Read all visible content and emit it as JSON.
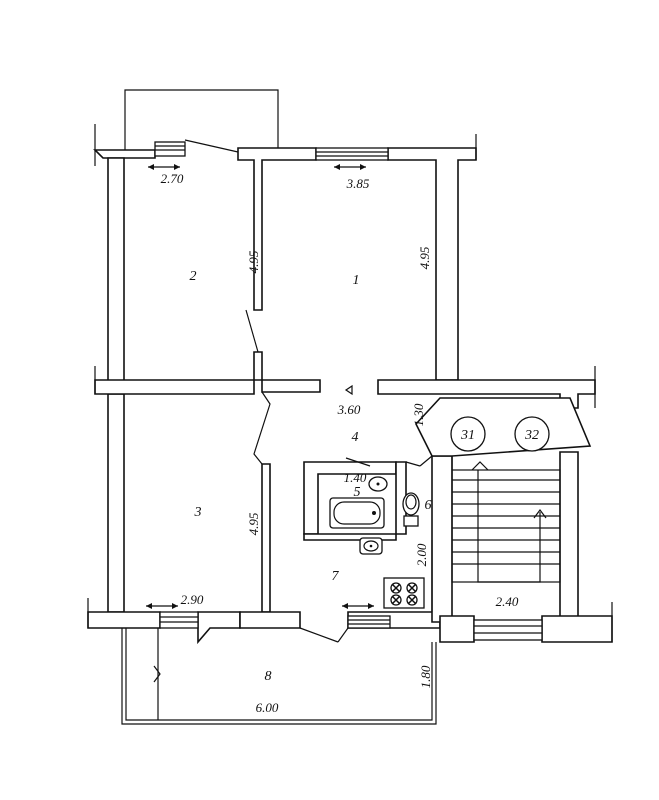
{
  "rooms": [
    {
      "id": "1",
      "label": "1"
    },
    {
      "id": "2",
      "label": "2"
    },
    {
      "id": "3",
      "label": "3"
    },
    {
      "id": "4",
      "label": "4"
    },
    {
      "id": "5",
      "label": "5"
    },
    {
      "id": "6",
      "label": "6"
    },
    {
      "id": "7",
      "label": "7"
    },
    {
      "id": "8",
      "label": "8"
    }
  ],
  "dimensions": {
    "room2_width": "2.70",
    "room2_length": "4.95",
    "room1_width": "3.85",
    "room1_length": "4.95",
    "hall_width": "3.60",
    "hall_depth": "1.30",
    "bath_width": "1.40",
    "room3_length": "4.95",
    "room3_width": "2.90",
    "kitchen_depth": "2.00",
    "stair_width": "2.40",
    "balcony_depth": "1.80",
    "balcony_width": "6.00"
  },
  "neighbours": {
    "left": "31",
    "right": "32"
  }
}
